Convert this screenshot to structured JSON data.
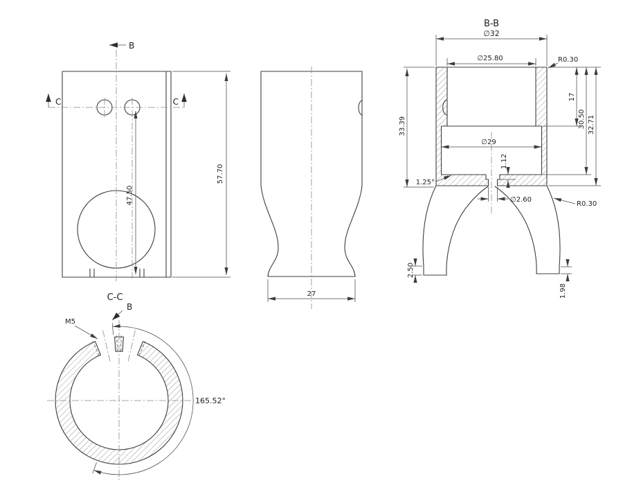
{
  "colors": {
    "line": "#3d3d3d",
    "centerline": "#8a8a8a",
    "text": "#1f1f1f",
    "background": "#ffffff"
  },
  "front_view": {
    "section_b_label": "B",
    "section_c_left_label": "C",
    "section_c_right_label": "C",
    "dim_total_height": "57.70",
    "dim_hole_to_bottom": "47.50"
  },
  "side_view": {
    "dim_bottom_width": "27"
  },
  "section_bb": {
    "title": "B-B",
    "dim_outer_diameter": "∅32",
    "dim_bore_diameter": "∅25.80",
    "dim_top_fillet": "R0.30",
    "dim_bore_depth": "17",
    "dim_depth_to_floor": "30.50",
    "dim_depth_overall": "32.71",
    "dim_total_height": "33.39",
    "dim_counterbore_diameter": "∅29",
    "dim_recess_depth": "1.12",
    "dim_floor_taper_angle": "1.25°",
    "dim_center_hole_diameter": "∅2.60",
    "dim_bottom_fillet": "R0.30",
    "dim_left_rim_height": "2.50",
    "dim_right_rim_height": "1.98"
  },
  "section_cc": {
    "title": "C-C",
    "section_b_label": "B",
    "thread_callout": "M5",
    "dim_angle": "165.52°"
  }
}
